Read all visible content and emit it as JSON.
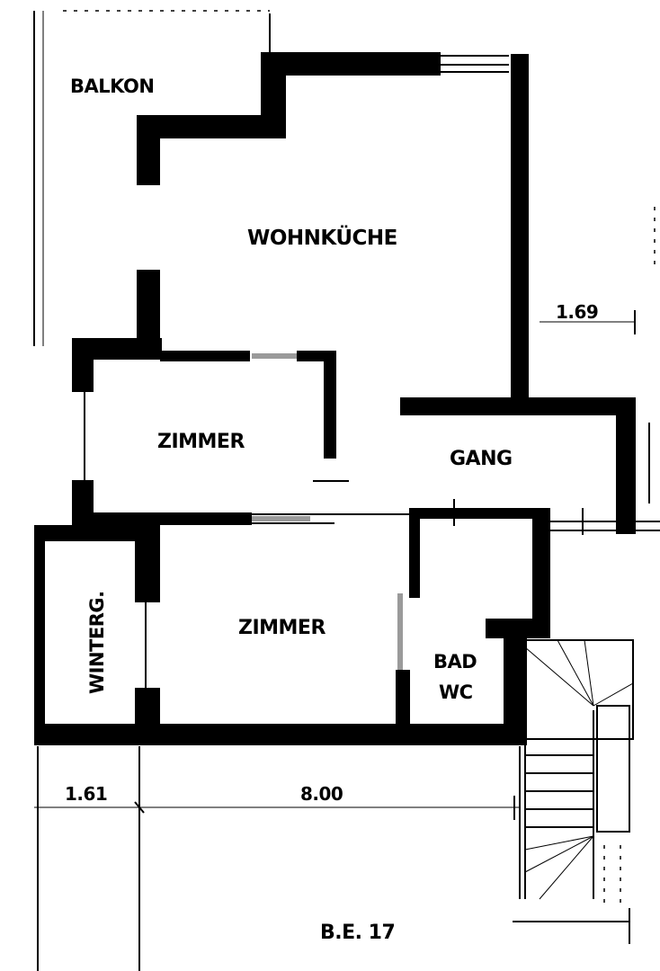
{
  "plan": {
    "rooms": {
      "balkon": "BALKON",
      "wohnkueche": "WOHNKÜCHE",
      "zimmer_upper": "ZIMMER",
      "gang": "GANG",
      "wintergarten": "WINTERG.",
      "zimmer_lower": "ZIMMER",
      "bad": "BAD",
      "wc": "WC",
      "unit": "B.E. 17"
    },
    "dimensions": {
      "right_offset": "1.69",
      "left_width": "1.61",
      "main_width": "8.00"
    }
  }
}
